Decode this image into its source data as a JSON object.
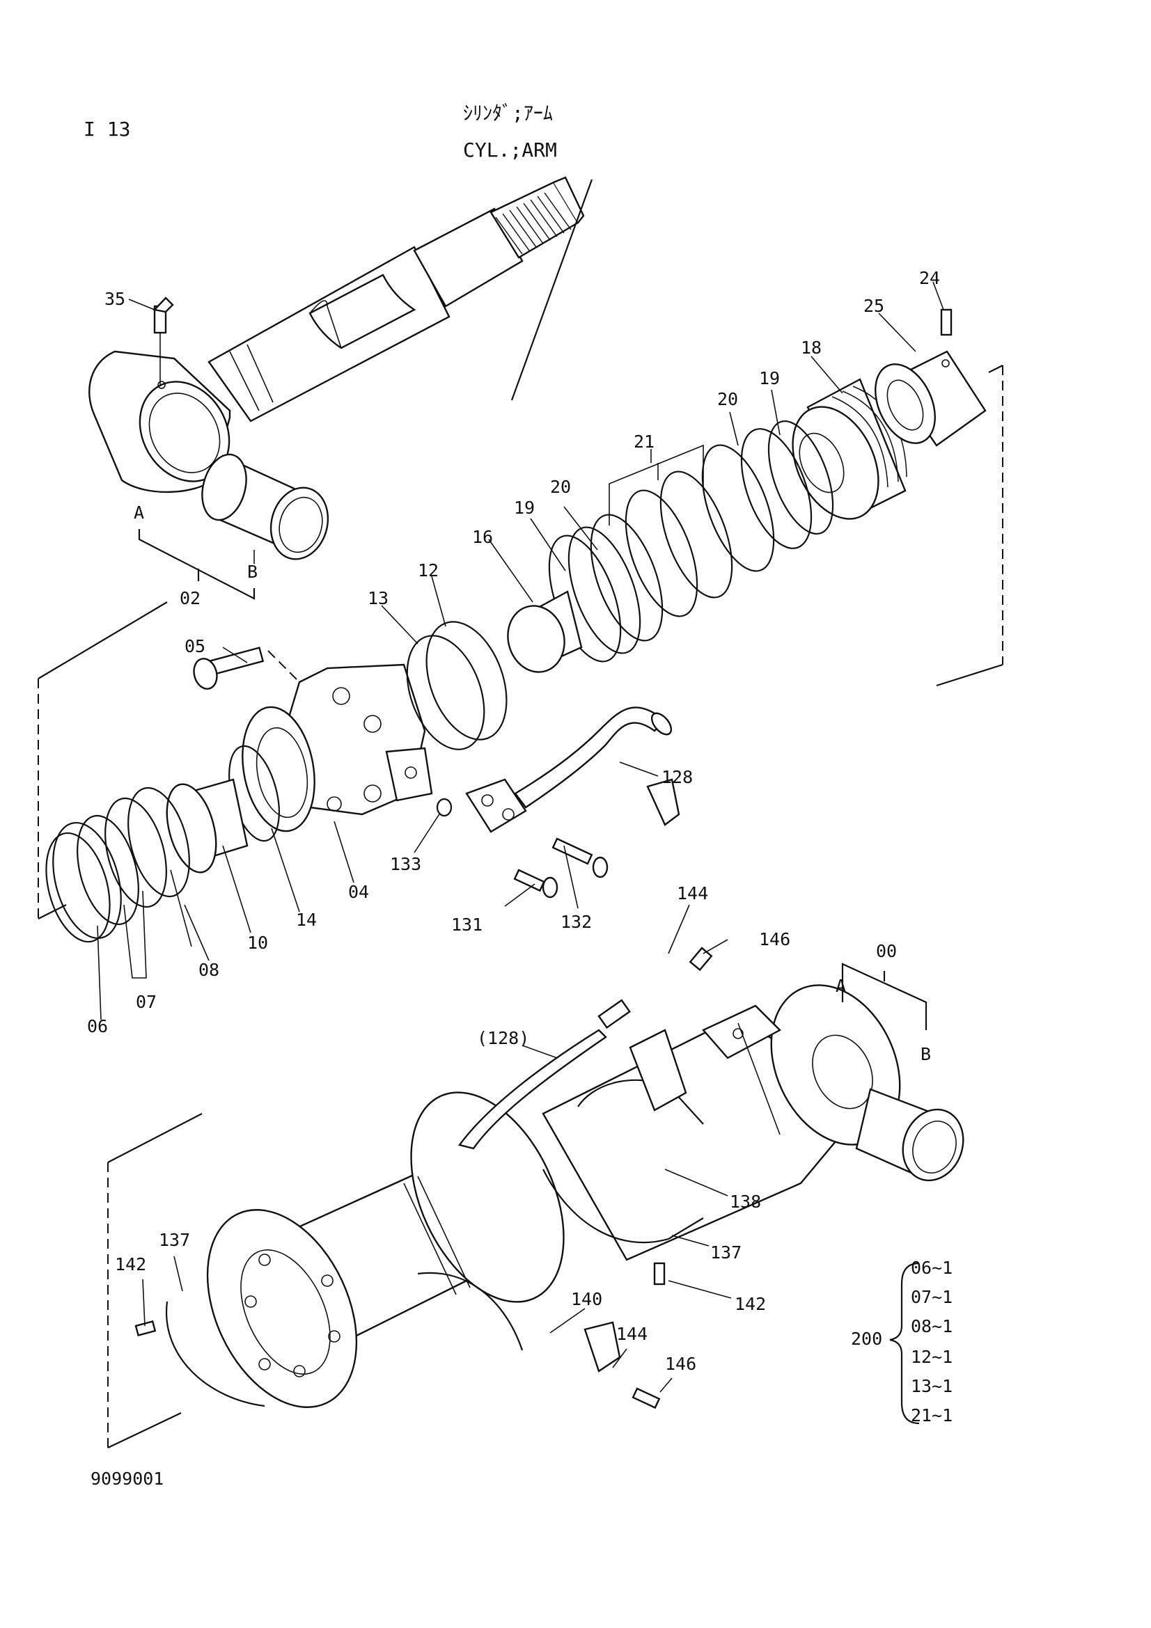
{
  "page": {
    "ref": "I 13",
    "title_jp": "ｼﾘﾝﾀﾞ;ｱｰﾑ",
    "title_en": "CYL.;ARM",
    "code": "9099001"
  },
  "callouts": {
    "c35": "35",
    "c24": "24",
    "c25": "25",
    "c18": "18",
    "c19a": "19",
    "c20a": "20",
    "c21": "21",
    "c20b": "20",
    "c19b": "19",
    "c16": "16",
    "c12": "12",
    "c13": "13",
    "c05": "05",
    "c02": "02",
    "cA1": "A",
    "cB1": "B",
    "c128": "128",
    "c133": "133",
    "c04": "04",
    "c14": "14",
    "c10": "10",
    "c08": "08",
    "c07": "07",
    "c06": "06",
    "c131": "131",
    "c132": "132",
    "c144a": "144",
    "c146a": "146",
    "c00": "00",
    "cA2": "A",
    "cB2": "B",
    "c128p": "(128)",
    "c138": "138",
    "c137a": "137",
    "c142a": "142",
    "c137b": "137",
    "c142b": "142",
    "c140": "140",
    "c144b": "144",
    "c146b": "146"
  },
  "kit": {
    "label": "200",
    "items": [
      "06~1",
      "07~1",
      "08~1",
      "12~1",
      "13~1",
      "21~1"
    ]
  }
}
